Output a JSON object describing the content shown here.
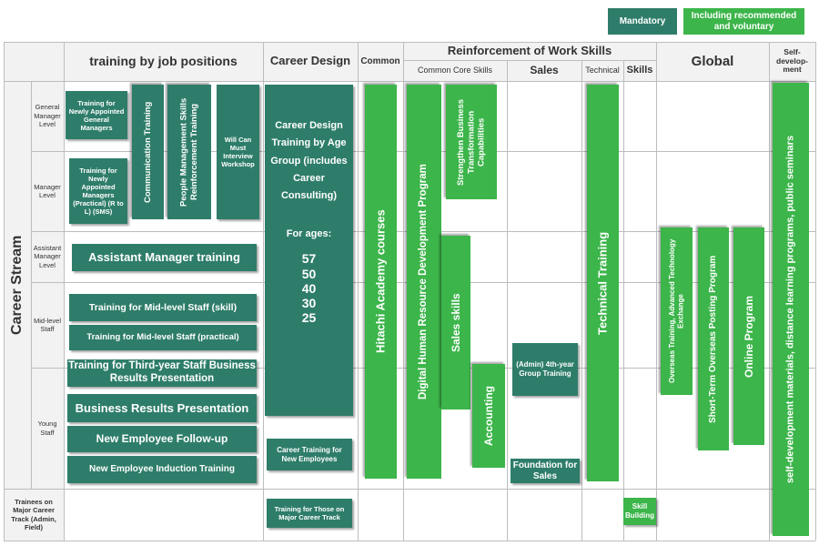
{
  "legend": {
    "mandatory": "Mandatory",
    "recommended": "Including recommended and voluntary"
  },
  "headers": {
    "job_positions": "training by job positions",
    "career_design": "Career Design",
    "common": "Common",
    "reinforcement": "Reinforcement of Work Skills",
    "common_core": "Common Core Skills",
    "sales": "Sales",
    "technical": "Technical",
    "skills": "Skills",
    "global": "Global",
    "self_dev": "Self-develop-ment"
  },
  "side_title": "Career Stream",
  "rows": {
    "gm": "General Manager Level",
    "mgr": "Manager Level",
    "asst": "Assistant Manager Level",
    "mid": "Mid-level Staff",
    "young": "Young Staff",
    "trainees": "Trainees on Major Career Track (Admin, Field)"
  },
  "programs": {
    "gm_training": "Training for Newly Appointed General Managers",
    "mgr_training": "Training for Newly Appointed Managers (Practical) (R to L) (SMS)",
    "communication": "Communication Training",
    "people_mgmt": "People Management Skills Reinforcement Training",
    "will_can_must": "Will Can Must Interview Workshop",
    "asst_mgr": "Assistant Manager training",
    "mid_skill": "Training for Mid-level Staff (skill)",
    "mid_practical": "Training for Mid-level Staff (practical)",
    "third_year": "Training for Third-year Staff Business Results Presentation",
    "biz_results": "Business Results Presentation",
    "follow_up": "New Employee Follow-up",
    "induction": "New Employee Induction Training",
    "career_by_age": "Career Design Training by Age Group (includes Career Consulting)",
    "for_ages": "For ages:",
    "ages": [
      "57",
      "50",
      "40",
      "30",
      "25"
    ],
    "career_new_emp": "Career Training for New Employees",
    "major_career": "Training for Those on Major Career Track",
    "hitachi": "Hitachi Academy courses",
    "digital_hr": "Digital Human Resource Development Program",
    "strengthen": "Strengthen Business Transformation Capabilities",
    "sales_skills": "Sales skills",
    "accounting": "Accounting",
    "admin_4th": "(Admin) 4th-year Group Training",
    "foundation_sales": "Foundation for Sales",
    "technical_training": "Technical Training",
    "skill_building": "Skill Building",
    "overseas_adv": "Overseas Training, Advanced Technology Exchange",
    "short_term": "Short-Term Overseas Posting Program",
    "online": "Online Program",
    "self_dev_materials": "self-development materials, distance learning programs, public seminars"
  },
  "colors": {
    "mandatory": "#2e7d6a",
    "recommended": "#3cb54a",
    "grid": "#bdbdbd",
    "header_bg": "#f2f2f2"
  }
}
